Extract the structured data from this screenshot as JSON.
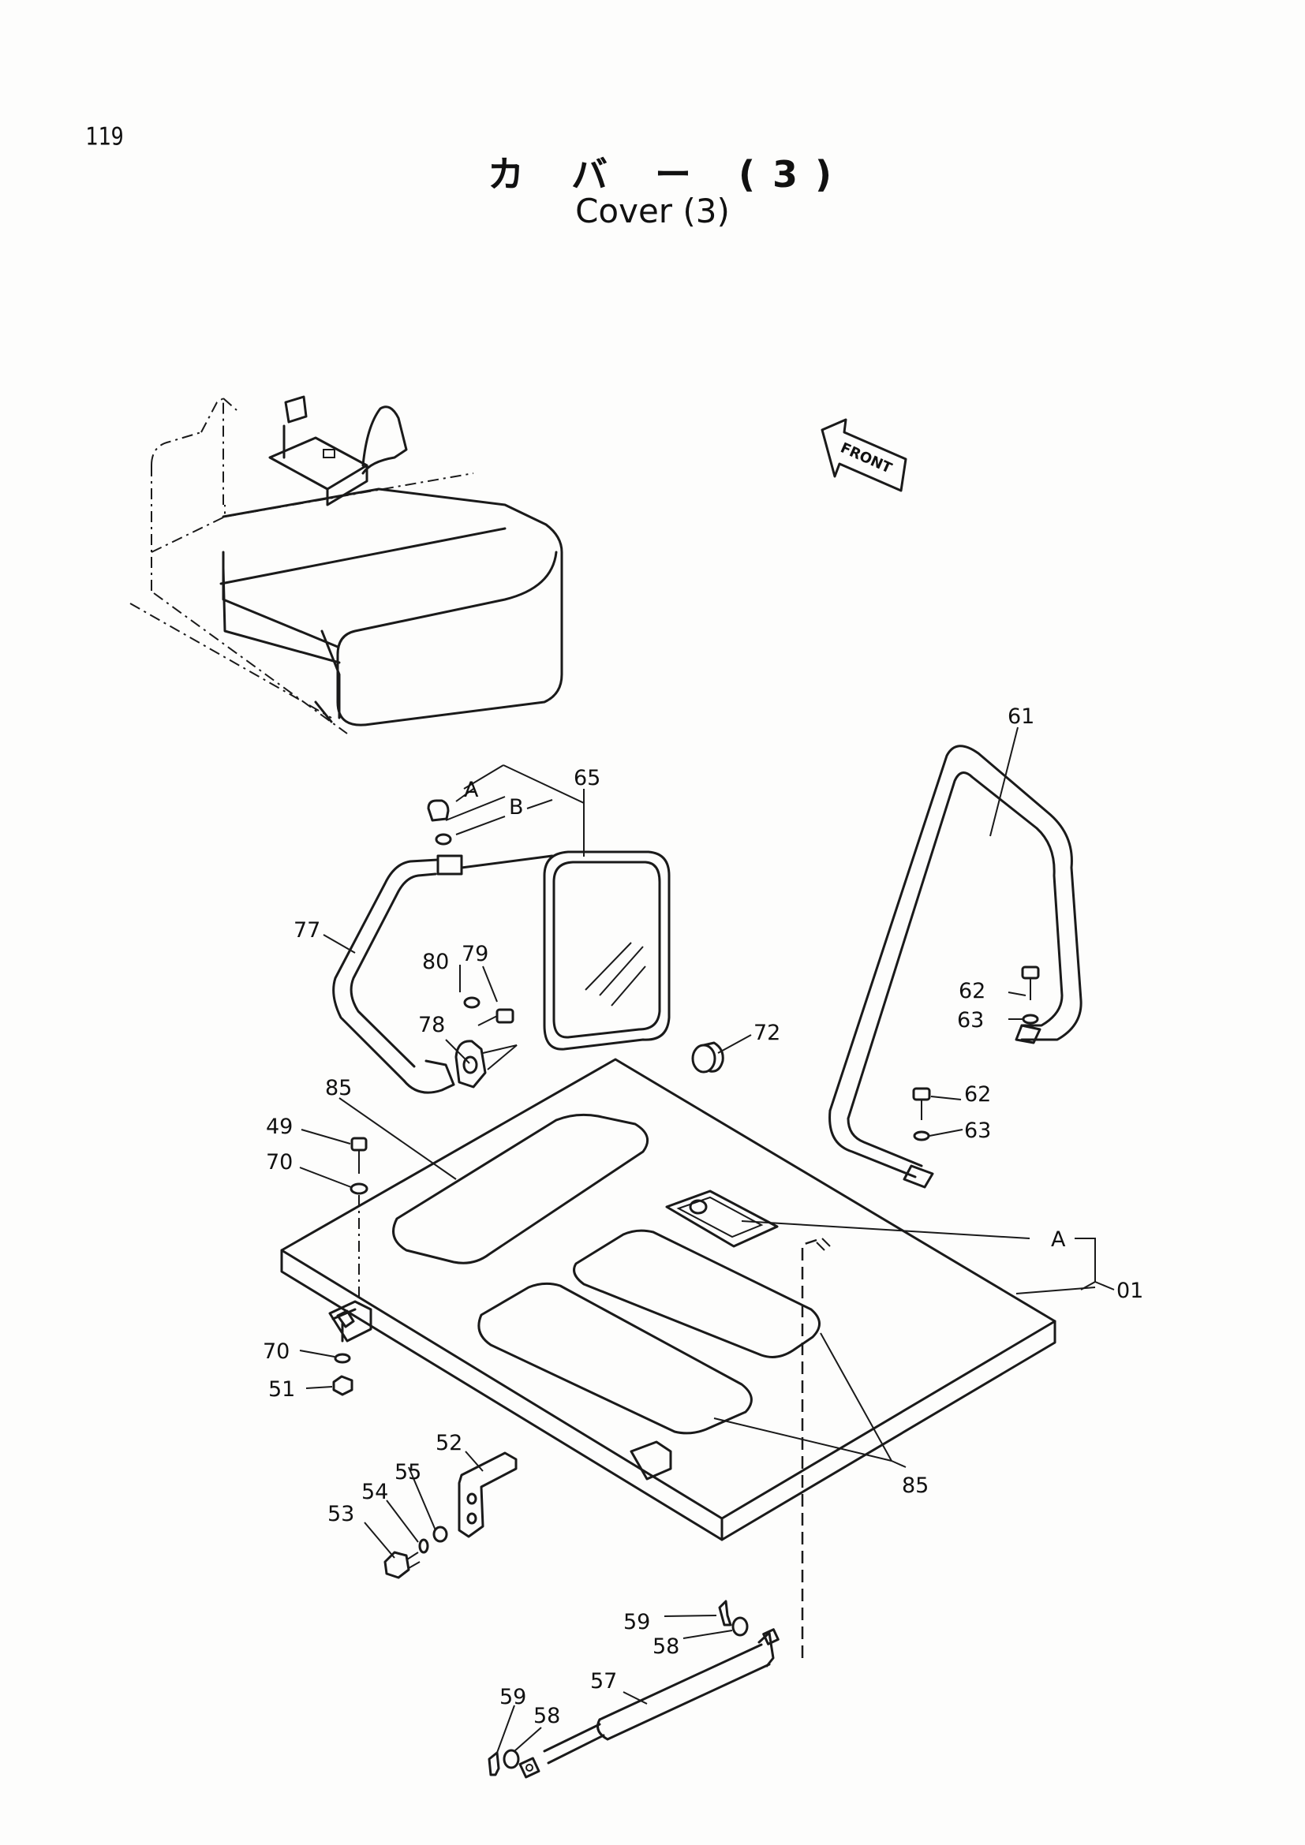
{
  "page": {
    "number": "119",
    "title_jp": "カ バ ー (3)",
    "title_en": "Cover (3)"
  },
  "direction_arrow": {
    "label": "FRONT"
  },
  "callouts": {
    "c61": "61",
    "c65": "65",
    "cA_top": "A",
    "cB_top": "B",
    "c77": "77",
    "c79": "79",
    "c80": "80",
    "c78": "78",
    "c62a": "62",
    "c63a": "63",
    "c62b": "62",
    "c63b": "63",
    "c72": "72",
    "c85a": "85",
    "c49": "49",
    "c70a": "70",
    "cA_right": "A",
    "c01": "01",
    "c70b": "70",
    "c51": "51",
    "c52": "52",
    "c55": "55",
    "c54": "54",
    "c53": "53",
    "c85b": "85",
    "c59a": "59",
    "c58a": "58",
    "c57": "57",
    "c59b": "59",
    "c58b": "58"
  }
}
